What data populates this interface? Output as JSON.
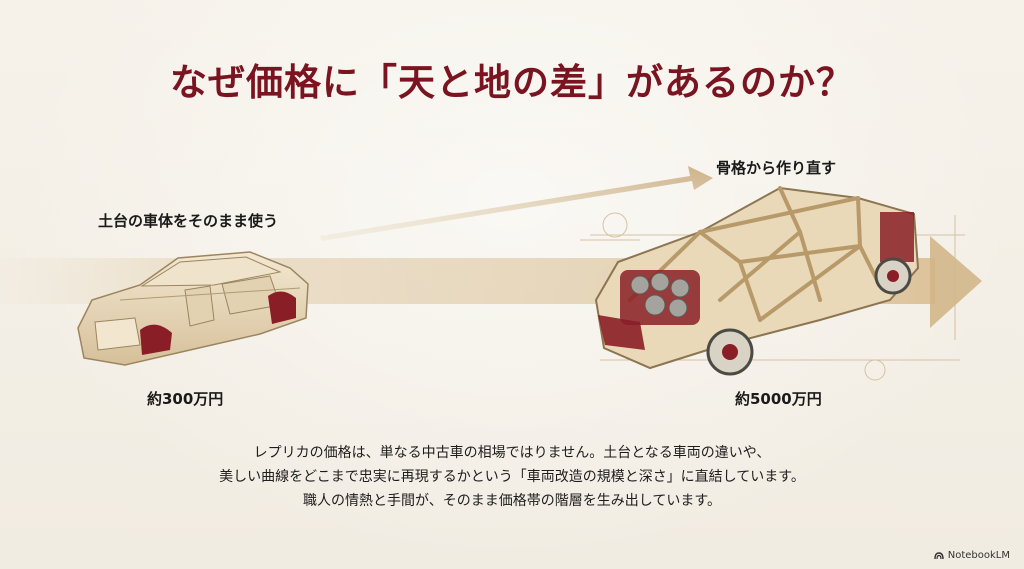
{
  "slide": {
    "title": "なぜ価格に「天と地の差」があるのか？",
    "base_label": "土台の車体をそのまま使う",
    "rebuild_label": "骨格から作り直す",
    "price_low": "約300万円",
    "price_high": "約5000万円",
    "description": [
      "レプリカの価格は、単なる中古車の相場ではりません。土台となる車両の違いや、",
      "美しい曲線をどこまで忠実に再現するかという「車両改造の規模と深さ」に直結しています。",
      "職人の情熱と手間が、そのまま価格帯の階層を生み出しています。"
    ],
    "brand": "NotebookLM"
  },
  "colors": {
    "accent": "#7a1420",
    "arrow": "#d8c3a0",
    "frame": "#c9a878",
    "body": "#e8d9bb"
  },
  "icons": {
    "brand": "notebooklm-logo-icon"
  }
}
